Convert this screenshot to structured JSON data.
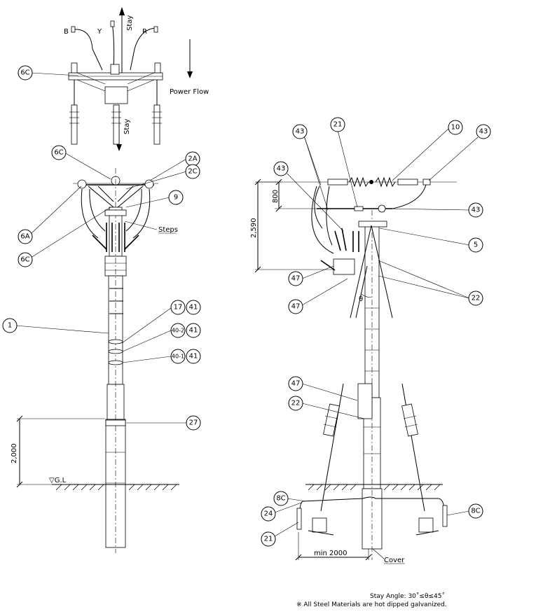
{
  "labels": {
    "phase_b": "B",
    "phase_y": "Y",
    "phase_r": "R",
    "stay_top": "Stay",
    "stay_bottom": "Stay",
    "power_flow": "Power Flow",
    "steps": "Steps",
    "gl": "▽G.L",
    "dim_2000": "2,000",
    "dim_800": "800",
    "dim_2590": "2,590",
    "theta": "θ",
    "min_2000": "min 2000",
    "cover": "Cover"
  },
  "callouts": {
    "c6c_plan": "6C",
    "c6c_a": "6C",
    "c2a": "2A",
    "c2c": "2C",
    "c9": "9",
    "c6a": "6A",
    "c6c_b": "6C",
    "c1": "1",
    "c17": "17",
    "c41_a": "41",
    "c40_2": "40-2",
    "c41_b": "41",
    "c40_1": "40-1",
    "c41_c": "41",
    "c27": "27",
    "c21_top": "21",
    "c10": "10",
    "c43_a": "43",
    "c43_b": "43",
    "c43_c": "43",
    "c43_d": "43",
    "c5": "5",
    "c47_a": "47",
    "c47_b": "47",
    "c22_a": "22",
    "c47_c": "47",
    "c22_b": "22",
    "c8c_a": "8C",
    "c24": "24",
    "c21_bot": "21",
    "c8c_b": "8C"
  },
  "notes": {
    "stay_angle": "Stay Angle: 30˚≤θ≤45˚",
    "galvanized": "※ All Steel Materials are hot dipped galvanized."
  }
}
